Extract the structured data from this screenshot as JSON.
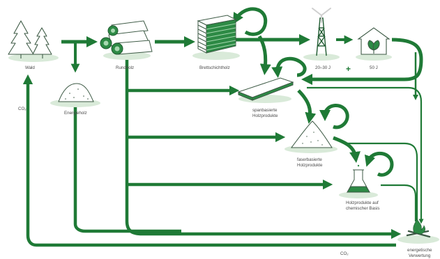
{
  "colors": {
    "flow_green": "#1f7a36",
    "node_pad": "#d9ead9",
    "icon_green": "#2d8a45",
    "icon_outline": "#3d5a45",
    "text": "#4a4a4a"
  },
  "nodes": {
    "wald": {
      "label": "Wald",
      "icon": "forest-icon"
    },
    "rundholz": {
      "label": "Rundholz",
      "icon": "log-pile-icon"
    },
    "energieholz": {
      "label": "Energieholz",
      "icon": "wood-chips-icon"
    },
    "brettschichtholz": {
      "label": "Brettschichtholz",
      "icon": "glulam-stack-icon"
    },
    "holzbau_20_30": {
      "label": "20–30 J",
      "icon": "wooden-tower-icon"
    },
    "holzbau_50": {
      "label": "50 J",
      "icon": "house-with-leaves-icon"
    },
    "spanbasiert": {
      "label_line1": "spanbasierte",
      "label_line2": "Holzprodukte",
      "icon": "particle-board-icon"
    },
    "faserbasiert": {
      "label_line1": "faserbasierte",
      "label_line2": "Holzprodukte",
      "icon": "fiber-pile-icon"
    },
    "chemisch": {
      "label_line1": "Holzprodukte auf",
      "label_line2": "chemischer Basis",
      "icon": "flask-icon"
    },
    "energetisch": {
      "label_line1": "energetische",
      "label_line2": "Verwertung",
      "icon": "campfire-icon"
    }
  },
  "plus_sign": "+",
  "co2_left": "CO₂",
  "co2_bottom": "CO₂"
}
